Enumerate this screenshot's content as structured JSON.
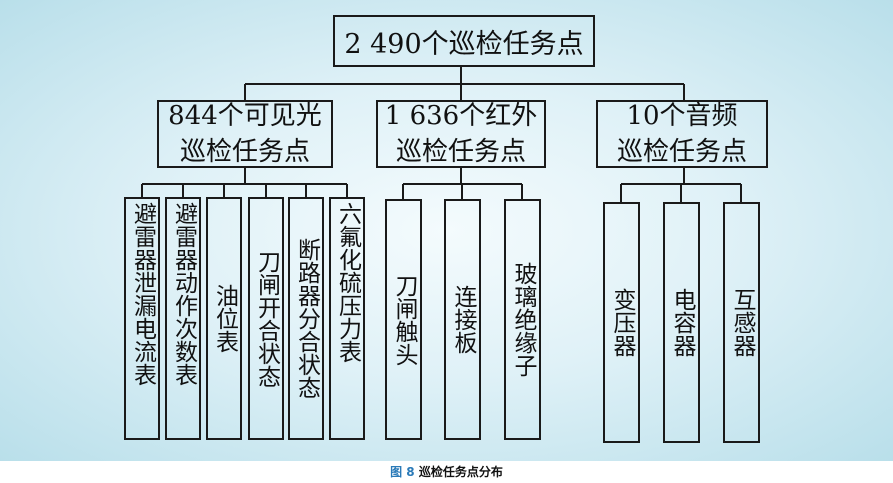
{
  "root": {
    "label": "2 490个巡检任务点"
  },
  "categories": [
    {
      "line1": "844个可见光",
      "line2": "巡检任务点"
    },
    {
      "line1": "1 636个红外",
      "line2": "巡检任务点"
    },
    {
      "line1": "10个音频",
      "line2": "巡检任务点"
    }
  ],
  "leaves": [
    "避雷器泄漏电流表",
    "避雷器动作次数表",
    "油位表",
    "刀闸开合状态",
    "断路器分合状态",
    "六氟化硫压力表",
    "刀闸触头",
    "连接板",
    "玻璃绝缘子",
    "变压器",
    "电容器",
    "互感器"
  ],
  "caption": {
    "number": "图 8",
    "text": "巡检任务点分布"
  }
}
